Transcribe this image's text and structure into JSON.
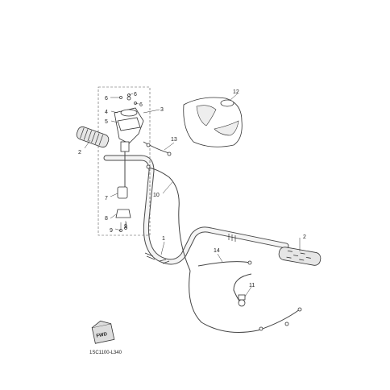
{
  "callouts": {
    "c1": "1",
    "c2_left": "2",
    "c2_right": "2",
    "c3": "3",
    "c4": "4",
    "c5": "5",
    "c6_a": "6",
    "c6_b": "6",
    "c6_c": "6",
    "c7": "7",
    "c8": "8",
    "c9_a": "9",
    "c9_b": "9",
    "c10": "10",
    "c11": "11",
    "c12": "12",
    "c13": "13",
    "c14": "14"
  },
  "fwd_badge": "FWD",
  "diagram_code": "1SC1100-L340"
}
